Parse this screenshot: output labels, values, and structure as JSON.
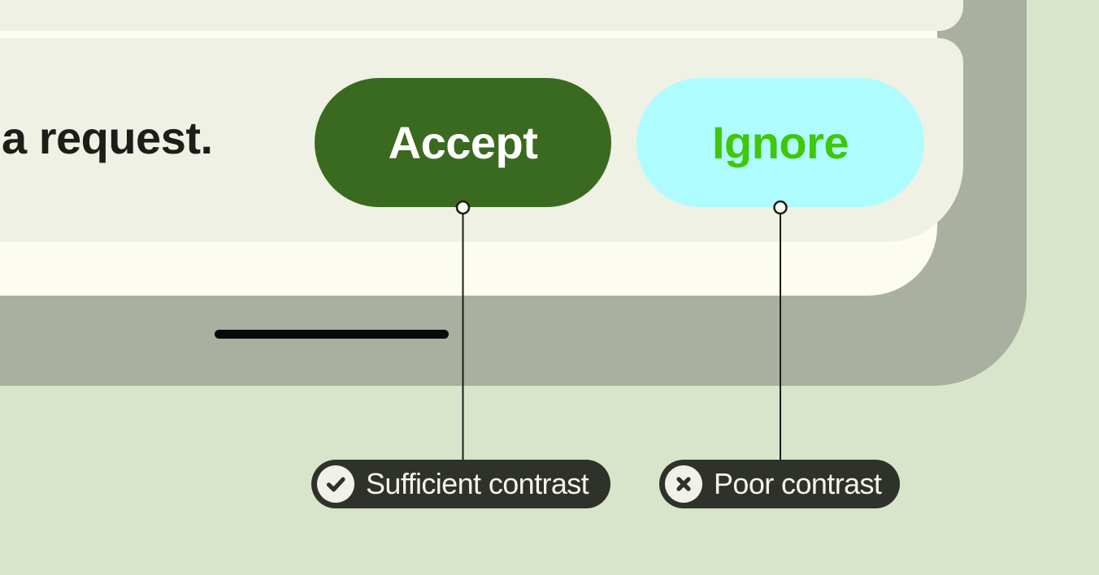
{
  "phone": {
    "message_text": "a request.",
    "accept_button": {
      "label": "Accept"
    },
    "ignore_button": {
      "label": "Ignore"
    },
    "home_indicator": true
  },
  "annotations": {
    "items": [
      {
        "label": "Sufficient contrast",
        "icon": "check-icon",
        "points_to": "Accept"
      },
      {
        "label": "Poor contrast",
        "icon": "x-icon",
        "points_to": "Ignore"
      }
    ]
  },
  "colors": {
    "page_bg": "#d9e5ca",
    "frame": "#a9b09f",
    "screen": "#fdfcf0",
    "card": "#eef1e4",
    "message_text": "#1c1e19",
    "accept_bg": "#3a6a1f",
    "accept_text": "#ffffff",
    "ignore_bg": "#aefcff",
    "ignore_text": "#3fc708",
    "home_bar": "#0a0a0a",
    "connector": "#1b1d18",
    "callout_bg": "#2e322b",
    "callout_text": "#f5f4ea",
    "icon_circle": "#f2f1e7"
  }
}
